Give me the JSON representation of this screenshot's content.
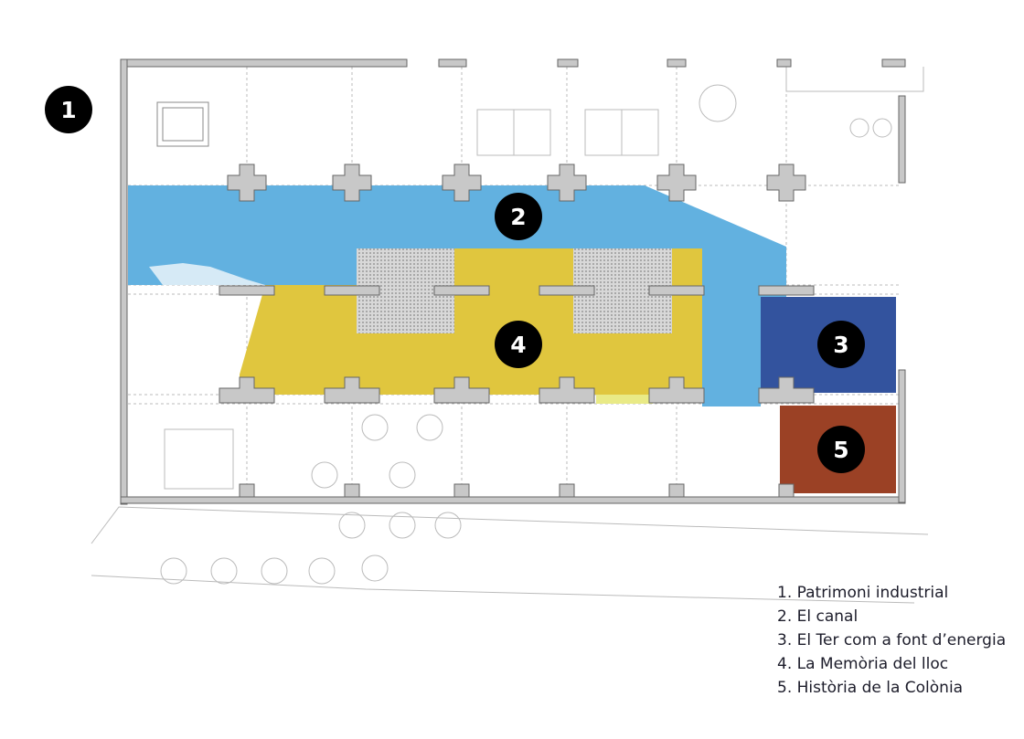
{
  "colors": {
    "canal": "#62b1e0",
    "memoria": "#e0c63e",
    "ter": "#33539e",
    "colonia": "#9b4125",
    "wall": "#c8c8c8"
  },
  "markers": [
    {
      "number": "1"
    },
    {
      "number": "2"
    },
    {
      "number": "3"
    },
    {
      "number": "4"
    },
    {
      "number": "5"
    }
  ],
  "legend": [
    "1. Patrimoni industrial",
    "2. El canal",
    "3. El Ter com a font d’energia",
    "4. La Memòria del lloc",
    "5. Història de la Colònia"
  ]
}
